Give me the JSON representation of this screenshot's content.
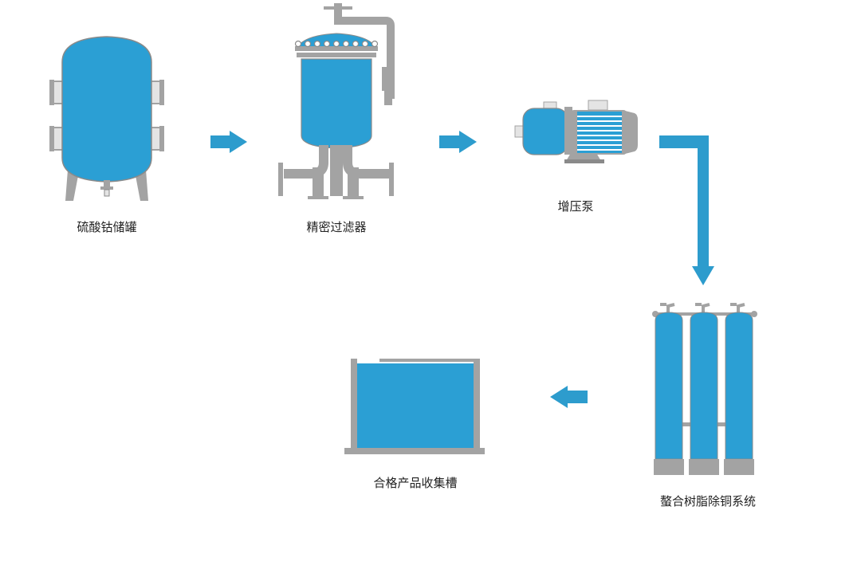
{
  "colors": {
    "primary_blue": "#2d9ccd",
    "tank_blue": "#2b9fd4",
    "gray": "#a3a3a3",
    "dark_gray": "#8a8a8a",
    "light_gray": "#e4e4e4",
    "arrow_blue": "#2d9ccd"
  },
  "nodes": {
    "storage_tank": {
      "label": "硫酸钴储罐",
      "icon": "pressure-tank-icon"
    },
    "fine_filter": {
      "label": "精密过滤器",
      "icon": "bag-filter-icon"
    },
    "booster_pump": {
      "label": "增压泵",
      "icon": "pump-icon"
    },
    "resin_system": {
      "label": "螯合树脂除铜系统",
      "icon": "resin-column-icon"
    },
    "collection_tank": {
      "label": "合格产品收集槽",
      "icon": "collection-tank-icon"
    }
  }
}
